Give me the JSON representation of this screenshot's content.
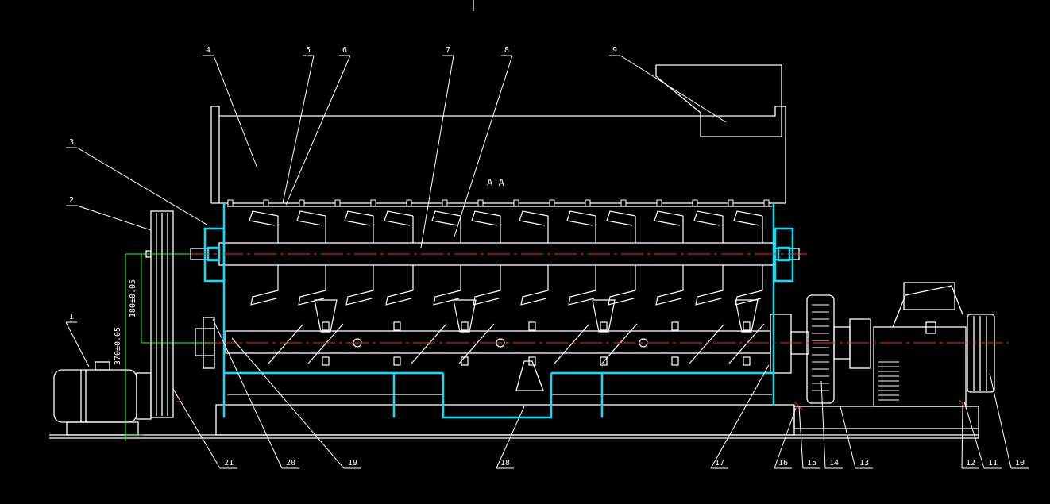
{
  "drawing": {
    "section_label": "A-A",
    "dimensions": {
      "upper": "180±0.05",
      "lower": "370±0.05"
    },
    "callouts": [
      "1",
      "2",
      "3",
      "4",
      "5",
      "6",
      "7",
      "8",
      "9",
      "10",
      "11",
      "12",
      "13",
      "14",
      "15",
      "16",
      "17",
      "18",
      "19",
      "20",
      "21"
    ]
  },
  "colors": {
    "background": "#000000",
    "outline": "#ffffff",
    "housing": "#00e5ff",
    "centerline": "#ff2a2a",
    "dimension": "#2bff2b"
  }
}
